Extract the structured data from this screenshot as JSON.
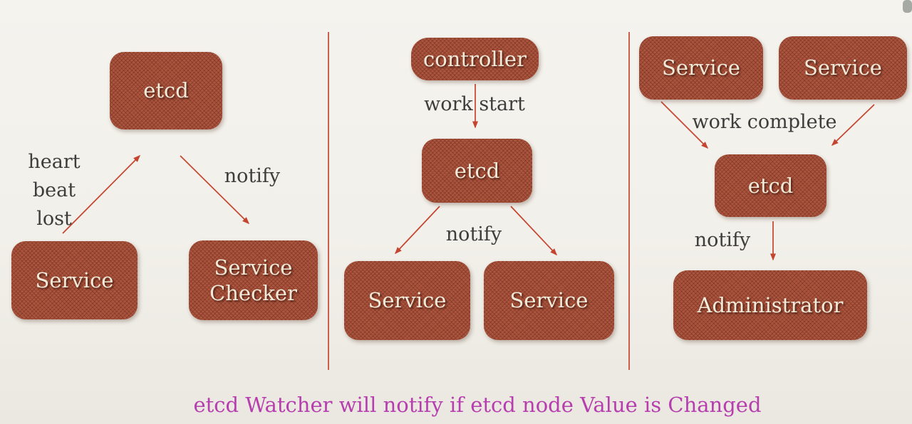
{
  "colors": {
    "background": "#f2f0ea",
    "node_fill": "#a9523c",
    "node_text": "#f2ead9",
    "arrow": "#c5442f",
    "divider": "#c5503c",
    "edge_label_text": "#3e3d3b",
    "caption_text": "#b63eae",
    "scrollbar_thumb": "#a7a9a5"
  },
  "left_panel": {
    "etcd_label": "etcd",
    "service_label": "Service",
    "service_checker_label": "Service Checker",
    "heartbeat_line1": "heart beat",
    "heartbeat_line2": "lost",
    "notify_label": "notify"
  },
  "middle_panel": {
    "controller_label": "controller",
    "work_start_label": "work start",
    "etcd_label": "etcd",
    "notify_label": "notify",
    "service_left_label": "Service",
    "service_right_label": "Service"
  },
  "right_panel": {
    "service_left_label": "Service",
    "service_right_label": "Service",
    "work_complete_label": "work complete",
    "etcd_label": "etcd",
    "notify_label": "notify",
    "administrator_label": "Administrator"
  },
  "caption": "etcd Watcher will notify if etcd node Value is Changed"
}
